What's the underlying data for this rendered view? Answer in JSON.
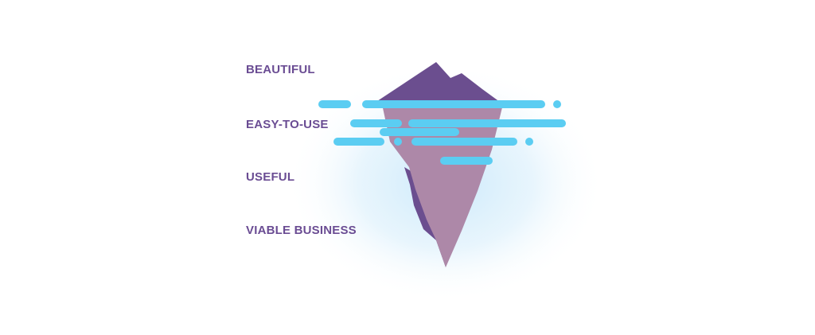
{
  "diagram": {
    "layers": [
      {
        "label": "BEAUTIFUL"
      },
      {
        "label": "EASY-TO-USE"
      },
      {
        "label": "USEFUL"
      },
      {
        "label": "VIABLE BUSINESS"
      }
    ]
  },
  "colors": {
    "label_text": "#6a4c93",
    "iceberg_top": "#6b4e8f",
    "iceberg_underwater": "#ad88a8",
    "iceberg_shadow": "#6b4e8f",
    "water_streak": "#5bcdf2",
    "glow": "#d6eefb"
  },
  "icons": {
    "main_graphic": "iceberg-icon"
  }
}
